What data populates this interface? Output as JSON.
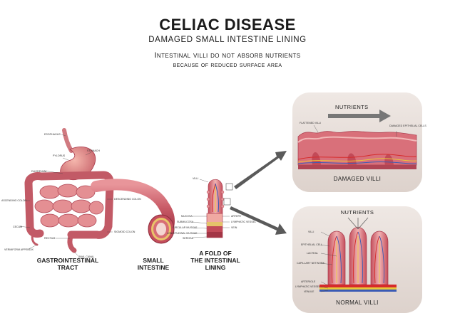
{
  "header": {
    "title": "CELIAC DISEASE",
    "subtitle": "DAMAGED SMALL INTESTINE LINING",
    "line1": "Intestinal villi do not absorb nutrients",
    "line2": "because of reduced surface area"
  },
  "gi_labels": {
    "esophagus": "ESOPHAGUS",
    "stomach": "STOMACH",
    "pylorus": "PYLORUS",
    "duodenum": "DUODENUM",
    "ascending_colon": "ASCENDING COLON",
    "descending_colon": "DESCENDING COLON",
    "cecum": "CECUM",
    "rectum": "RECTUM",
    "appendix": "VERMIFORM APPENDIX",
    "sigmoid_colon": "SIGMOID COLON",
    "anal_canal": "ANAL CANAL"
  },
  "intestine_labels": {
    "mucosa": "MUCOSA",
    "submucosa": "SUBMUCOSA",
    "circular_muscle": "CIRCULAR MUSCLE",
    "longitudinal_muscle": "LONGITUDINAL MUSCLE",
    "serosa": "SEROSA"
  },
  "fold_labels": {
    "villi": "VILLI",
    "artery": "ARTERY",
    "lymphatic_vessel": "LYMPHATIC VESSEL",
    "vein": "VEIN"
  },
  "captions": {
    "gi_line1": "GASTROINTESTINAL",
    "gi_line2": "TRACT",
    "si_line1": "SMALL",
    "si_line2": "INTESTINE",
    "fold_line1": "A FOLD OF",
    "fold_line2": "THE INTESTINAL",
    "fold_line3": "LINING"
  },
  "damaged_panel": {
    "nutrients": "NUTRIENTS",
    "flattened_villi": "FLATTENED VILLI",
    "damaged_cells": "DAMAGED EPITHELIAL CELLS",
    "caption": "DAMAGED VILLI"
  },
  "normal_panel": {
    "nutrients": "NUTRIENTS",
    "villi": "VILLI",
    "epithelial": "EPITHELIAL CELL",
    "lacteal": "LACTEAL",
    "capillary": "CAPILLARY NETWORK",
    "arteriole": "ARTERIOLE",
    "lymphatic": "LYMPHATIC VESSEL",
    "venule": "VENULE",
    "caption": "NORMAL VILLI"
  },
  "colors": {
    "tissue": "#d9707a",
    "tissue_dark": "#a8384a",
    "tissue_light": "#f2b8b8",
    "panel_bg": "#e9e1dc",
    "artery": "#d62b2b",
    "vein": "#3b5bb5",
    "lymph": "#e8c83a",
    "arrow": "#555555"
  }
}
